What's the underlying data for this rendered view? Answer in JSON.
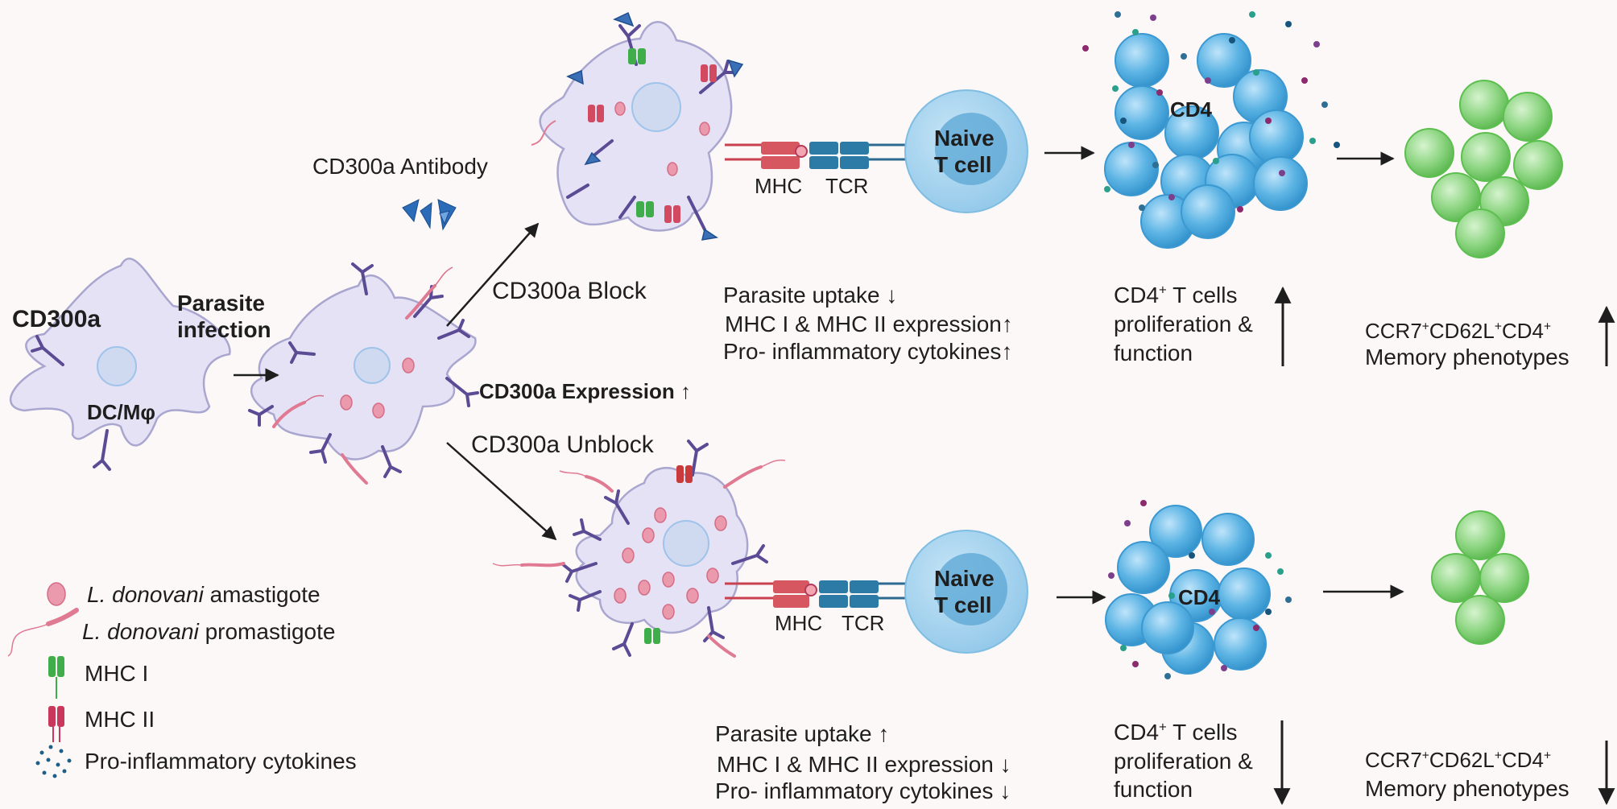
{
  "cells": {
    "left_cell_receptor": "CD300a",
    "left_cell_type": "DC/Mφ",
    "infection_label_1": "Parasite",
    "infection_label_2": "infection",
    "expression_label": "CD300a Expression ↑"
  },
  "antibody": {
    "label": "CD300a Antibody"
  },
  "branches": {
    "block": {
      "label": "CD300a Block",
      "mhc": "MHC",
      "tcr": "TCR",
      "naive_1": "Naive",
      "naive_2": "T cell",
      "cluster": "CD4",
      "effects": [
        "Parasite uptake",
        "MHC I & MHC II expression",
        "Pro- inflammatory cytokines"
      ],
      "cd4_1": "CD4",
      "cd4_sup": "+",
      "cd4_rest": " T cells",
      "cd4_2": "proliferation &",
      "cd4_3": "function",
      "memory_1": "CCR7",
      "memory_sup1": "+",
      "memory_2": "CD62L",
      "memory_sup2": "+",
      "memory_3": "CD4",
      "memory_sup3": "+",
      "memory_line2": "Memory phenotypes"
    },
    "unblock": {
      "label": "CD300a Unblock",
      "mhc": "MHC",
      "tcr": "TCR",
      "naive_1": "Naive",
      "naive_2": "T cell",
      "cluster": "CD4",
      "effects": [
        "Parasite uptake",
        "MHC I & MHC II expression",
        "Pro- inflammatory cytokines"
      ],
      "cd4_1": "CD4",
      "cd4_sup": "+",
      "cd4_rest": " T cells",
      "cd4_2": "proliferation &",
      "cd4_3": "function",
      "memory_1": "CCR7",
      "memory_sup1": "+",
      "memory_2": "CD62L",
      "memory_sup2": "+",
      "memory_3": "CD4",
      "memory_sup3": "+",
      "memory_line2": "Memory phenotypes"
    }
  },
  "legend": {
    "amastigote_italic": "L. donovani",
    "amastigote_rest": " amastigote",
    "promastigote_italic": "L. donovani",
    "promastigote_rest": " promastigote",
    "mhc1": "MHC I",
    "mhc2": "MHC II",
    "cytokines": "Pro-inflammatory cytokines"
  },
  "colors": {
    "background": "#fdf8f8",
    "cell_fill": "#e4e2f4",
    "cell_stroke": "#a9a6cf",
    "nucleus": "#cfdaf0",
    "receptor": "#5b4a94",
    "parasite": "#e0708a",
    "tcell_blue": "#4fa9dd",
    "naive_cell": "#a9d4ee",
    "memory_green": "#7fcf76",
    "mhc_red": "#d6575f",
    "tcr_blue": "#2c7aa6",
    "mhc1_green": "#3fae4a",
    "mhc2_red": "#c9375a"
  }
}
